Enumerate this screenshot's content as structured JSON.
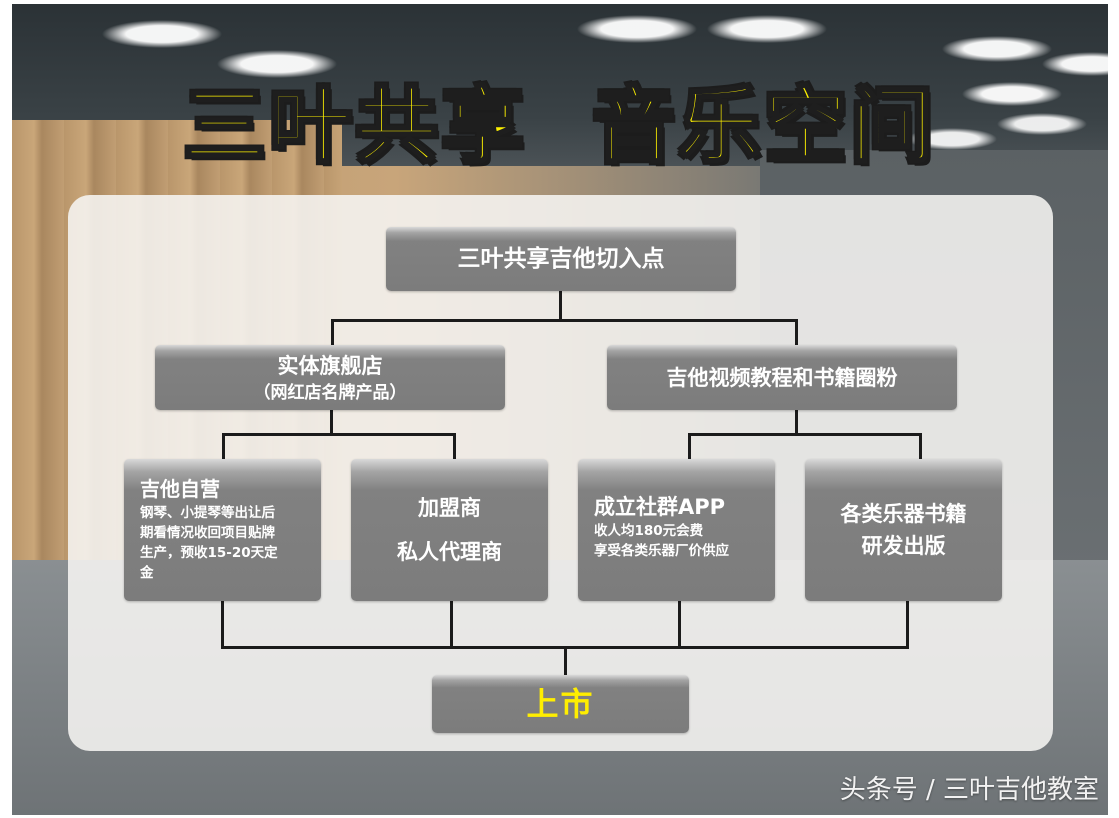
{
  "title": "三叶共享  音乐空间",
  "diagram": {
    "root": {
      "label": "三叶共享吉他切入点"
    },
    "level2": [
      {
        "label": "实体旗舰店",
        "sub": "（网红店名牌产品）"
      },
      {
        "label": "吉他视频教程和书籍圈粉"
      }
    ],
    "level3": [
      {
        "label": "吉他自营",
        "lines": [
          "钢琴、小提琴等出让后",
          "期看情况收回项目贴牌",
          "生产，预收15-20天定",
          "金"
        ]
      },
      {
        "label": "加盟商",
        "label2": "私人代理商"
      },
      {
        "label": "成立社群APP",
        "lines": [
          "收人均180元会费",
          "享受各类乐器厂价供应"
        ]
      },
      {
        "label": "各类乐器书籍",
        "label2": "研发出版"
      }
    ],
    "final": {
      "label": "上市"
    }
  },
  "colors": {
    "title_fill": "#fff200",
    "title_stroke": "#1e1e1e",
    "box_fill": "#7c7c7c",
    "final_text": "#ffee00",
    "connector": "#1b1b1b"
  },
  "watermark": "头条号 / 三叶吉他教室"
}
